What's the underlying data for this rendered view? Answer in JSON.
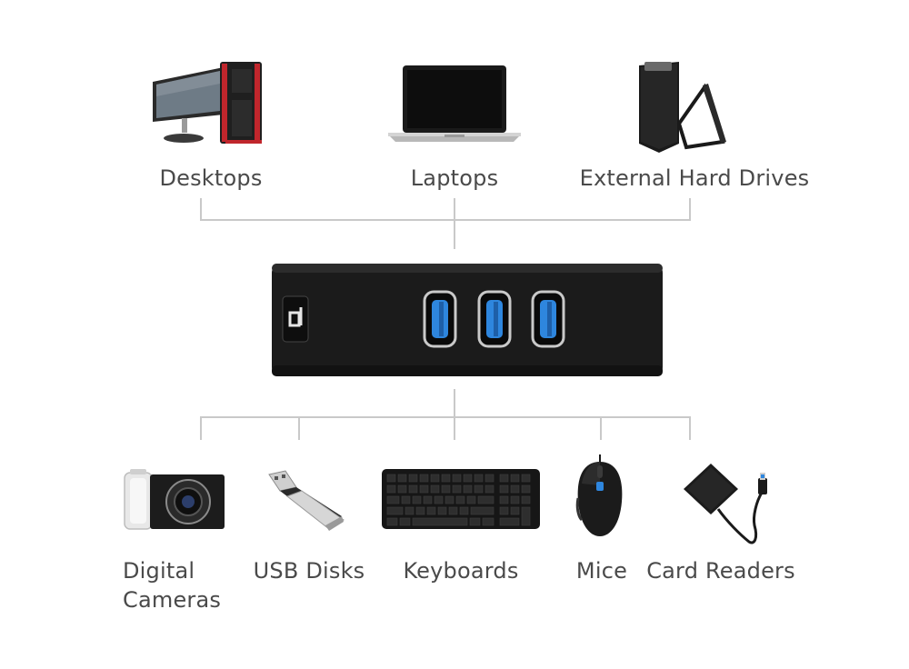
{
  "devices_top": [
    {
      "id": "desktops",
      "label": "Desktops",
      "icon": "desktop-computer-icon"
    },
    {
      "id": "laptops",
      "label": "Laptops",
      "icon": "laptop-icon"
    },
    {
      "id": "external-hard-drives",
      "label": "External Hard Drives",
      "icon": "external-hard-drive-icon"
    }
  ],
  "hub": {
    "icon": "usb-hub-icon",
    "ports": 3,
    "accent": "#2e86de"
  },
  "devices_bottom": [
    {
      "id": "digital-cameras",
      "label_line1": "Digital",
      "label_line2": "Cameras",
      "icon": "digital-camera-icon"
    },
    {
      "id": "usb-disks",
      "label": "USB Disks",
      "icon": "usb-disk-icon"
    },
    {
      "id": "keyboards",
      "label": "Keyboards",
      "icon": "keyboard-icon"
    },
    {
      "id": "mice",
      "label": "Mice",
      "icon": "mouse-icon"
    },
    {
      "id": "card-readers",
      "label": "Card Readers",
      "icon": "card-reader-icon"
    }
  ],
  "colors": {
    "line": "#c9c9c9",
    "text": "#4a4a4a",
    "device_dark": "#1c1c1c",
    "desktop_red": "#c0262c"
  }
}
